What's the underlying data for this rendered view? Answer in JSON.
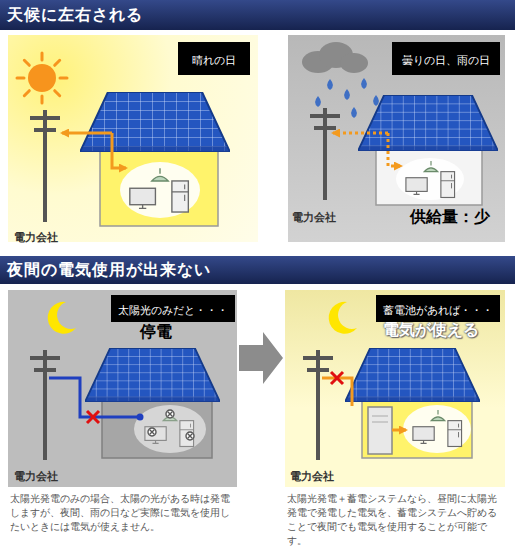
{
  "diagram": {
    "nodes": [
      {
        "text": [
          "天候に左右される"
        ]
      },
      {
        "text": [
          "電力会社"
        ]
      },
      {
        "text": [
          "晴れの日"
        ],
        "in": 1
      },
      {
        "text": [
          "電力会社",
          "供給量：少"
        ]
      },
      {
        "text": [
          "曇りの日、雨の日"
        ],
        "in": 3
      },
      {
        "text": [
          "夜間の電気使用が出来ない"
        ]
      },
      {
        "text": [
          "停電",
          "電力会社"
        ]
      },
      {
        "text": [
          "太陽光のみだと・・・"
        ],
        "in": 6
      },
      {
        "text": [
          "電気が使える",
          "電力会社"
        ]
      },
      {
        "text": [
          "蓄電池があれば・・・"
        ],
        "in": 8
      }
    ],
    "edges": [
      {
        "from": 6,
        "to": 8,
        "arrow": "to"
      }
    ],
    "labels": [
      "太陽光発電のみの場合、太陽の光がある時は発電しますが、夜間、雨の日など実際に電気を使用したいときには電気が使えません。",
      "太陽光発電＋蓄電システムなら、昼間に太陽光発電で発電した電気を、蓄電システムへ貯めることで夜間でも電気を使用することが可能です。"
    ]
  }
}
